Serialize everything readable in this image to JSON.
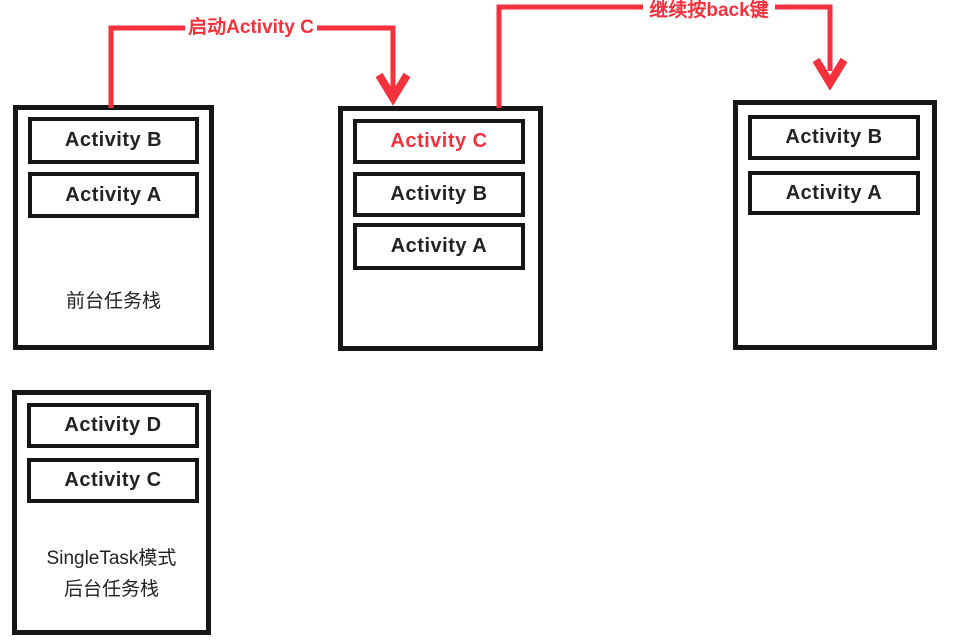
{
  "diagram": {
    "topic": "Android SingleTask launch mode task stacks",
    "colors": {
      "arrow_red": "#f5313d",
      "box_border": "#161616",
      "text": "#222222",
      "highlight_text": "#f5313d",
      "background": "#ffffff"
    },
    "arrows": [
      {
        "label": "启动Activity C",
        "direction": "from foreground stack down into middle stack"
      },
      {
        "label": "继续按back键",
        "direction": "from middle stack down into right stack"
      }
    ],
    "stacks": [
      {
        "name": "foreground-task-stack-before",
        "items": [
          "Activity B",
          "Activity A"
        ],
        "captions": [
          "前台任务栈"
        ]
      },
      {
        "name": "task-stack-after-launch",
        "items": [
          "Activity C",
          "Activity B",
          "Activity A"
        ],
        "highlighted_item": "Activity C",
        "captions": []
      },
      {
        "name": "task-stack-after-back",
        "items": [
          "Activity B",
          "Activity A"
        ],
        "captions": []
      },
      {
        "name": "background-task-stack",
        "items": [
          "Activity D",
          "Activity C"
        ],
        "captions": [
          "SingleTask模式",
          "后台任务栈"
        ]
      }
    ]
  }
}
